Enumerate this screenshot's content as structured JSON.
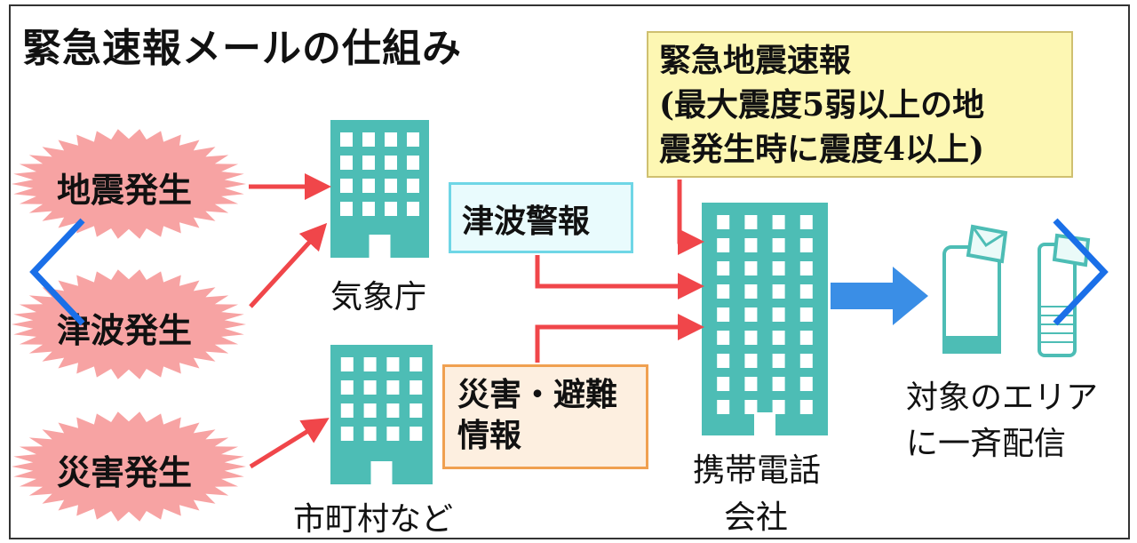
{
  "title": "緊急速報メールの仕組み",
  "events": [
    "地震発生",
    "津波発生",
    "災害発生"
  ],
  "agencies": {
    "jma": "気象庁",
    "municipality": "市町村など",
    "carrier_line1": "携帯電話",
    "carrier_line2": "会社"
  },
  "messages": {
    "tsunami": "津波警報",
    "disaster_line1": "災害・避難",
    "disaster_line2": "情報",
    "eew_line1": "緊急地震速報",
    "eew_line2": "(最大震度5弱以上の地",
    "eew_line3": "震発生時に震度4以上)"
  },
  "target": {
    "line1": "対象のエリア",
    "line2": "に一斉配信"
  },
  "nav": {
    "prev": "previous-slide",
    "next": "next-slide"
  },
  "colors": {
    "teal": "#4dbdb5",
    "red": "#f0464a",
    "burst": "#f7a3a3",
    "blue_arrow": "#3a8ee6",
    "chevron": "#1a6fe8"
  }
}
